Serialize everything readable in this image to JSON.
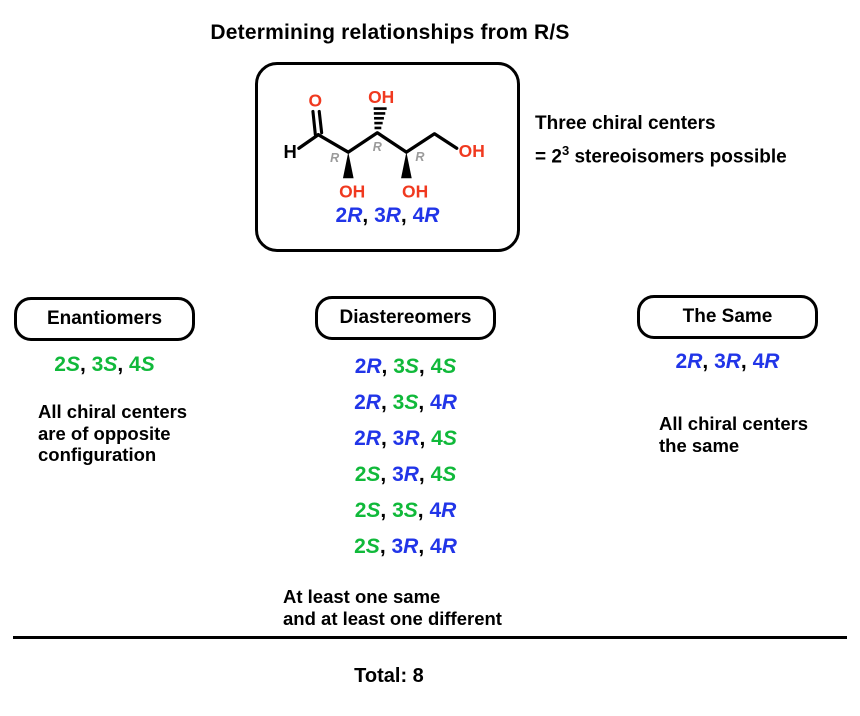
{
  "title": "Determining relationships from R/S",
  "colors": {
    "blue": "#2135e8",
    "green": "#10b93a",
    "red": "#f0391f",
    "gray": "#9b9b9b",
    "black": "#000000"
  },
  "molecule": {
    "atoms": {
      "o": "O",
      "h": "H",
      "oh_top": "OH",
      "oh_right": "OH",
      "oh_bottom_left": "OH",
      "oh_bottom_right": "OH"
    },
    "stereocenters": [
      "R",
      "R",
      "R"
    ],
    "caption_rows": [
      [
        {
          "n": "2",
          "l": "R",
          "c": "blue"
        },
        {
          "n": "3",
          "l": "R",
          "c": "blue"
        },
        {
          "n": "4",
          "l": "R",
          "c": "blue"
        }
      ]
    ]
  },
  "annotation": {
    "line1": "Three chiral centers",
    "line2_prefix": "= 2",
    "line2_sup": "3",
    "line2_suffix": " stereoisomers possible"
  },
  "columns": {
    "enantiomers": {
      "header": "Enantiomers",
      "rows": [
        [
          {
            "n": "2",
            "l": "S",
            "c": "green"
          },
          {
            "n": "3",
            "l": "S",
            "c": "green"
          },
          {
            "n": "4",
            "l": "S",
            "c": "green"
          }
        ]
      ],
      "note_lines": [
        "All chiral centers",
        "are of opposite",
        "configuration"
      ]
    },
    "diastereomers": {
      "header": "Diastereomers",
      "rows": [
        [
          {
            "n": "2",
            "l": "R",
            "c": "blue"
          },
          {
            "n": "3",
            "l": "S",
            "c": "green"
          },
          {
            "n": "4",
            "l": "S",
            "c": "green"
          }
        ],
        [
          {
            "n": "2",
            "l": "R",
            "c": "blue"
          },
          {
            "n": "3",
            "l": "S",
            "c": "green"
          },
          {
            "n": "4",
            "l": "R",
            "c": "blue"
          }
        ],
        [
          {
            "n": "2",
            "l": "R",
            "c": "blue"
          },
          {
            "n": "3",
            "l": "R",
            "c": "blue"
          },
          {
            "n": "4",
            "l": "S",
            "c": "green"
          }
        ],
        [
          {
            "n": "2",
            "l": "S",
            "c": "green"
          },
          {
            "n": "3",
            "l": "R",
            "c": "blue"
          },
          {
            "n": "4",
            "l": "S",
            "c": "green"
          }
        ],
        [
          {
            "n": "2",
            "l": "S",
            "c": "green"
          },
          {
            "n": "3",
            "l": "S",
            "c": "green"
          },
          {
            "n": "4",
            "l": "R",
            "c": "blue"
          }
        ],
        [
          {
            "n": "2",
            "l": "S",
            "c": "green"
          },
          {
            "n": "3",
            "l": "R",
            "c": "blue"
          },
          {
            "n": "4",
            "l": "R",
            "c": "blue"
          }
        ]
      ],
      "note_lines": [
        "At least one same",
        "and at least one different"
      ]
    },
    "same": {
      "header": "The Same",
      "rows": [
        [
          {
            "n": "2",
            "l": "R",
            "c": "blue"
          },
          {
            "n": "3",
            "l": "R",
            "c": "blue"
          },
          {
            "n": "4",
            "l": "R",
            "c": "blue"
          }
        ]
      ],
      "note_lines": [
        "All chiral centers",
        "the same"
      ]
    }
  },
  "footer": {
    "total": "Total: 8"
  }
}
